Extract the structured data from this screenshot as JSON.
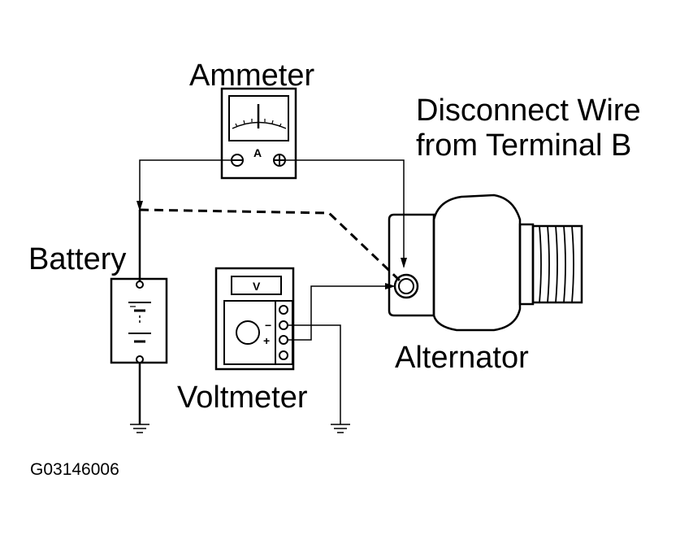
{
  "labels": {
    "ammeter": "Ammeter",
    "battery": "Battery",
    "disconnect_line1": "Disconnect Wire",
    "disconnect_line2": "from Terminal B",
    "alternator": "Alternator",
    "voltmeter": "Voltmeter",
    "figure_code": "G03146006"
  },
  "meter_marks": {
    "ammeter_unit": "A",
    "voltmeter_unit": "V",
    "minus": "−",
    "plus": "+"
  }
}
